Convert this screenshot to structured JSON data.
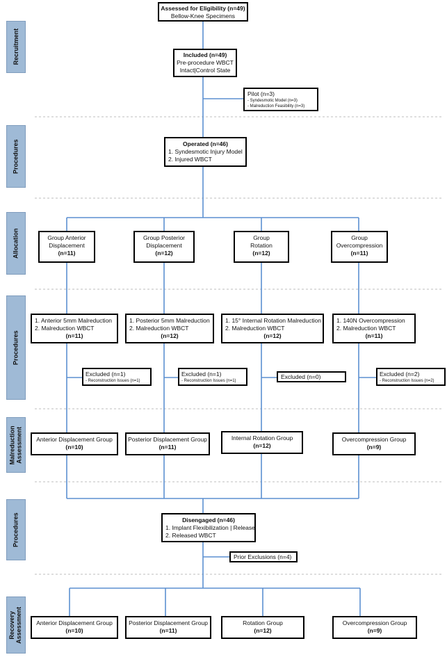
{
  "stages": {
    "recruitment": "Recruitment",
    "procedures_1": "Procedures",
    "allocation": "Allocation",
    "procedures_2": "Procedures",
    "malreduction": [
      "Malreduction",
      "Assessment"
    ],
    "procedures_3": "Procedures",
    "recovery": [
      "Recovery",
      "Assessment"
    ]
  },
  "eligibility": {
    "title": "Assessed for Eligibility (n=49)",
    "sub": "Bellow-Knee Specimens"
  },
  "included": {
    "title": "Included (n=49)",
    "line1": "Pre-procedure WBCT",
    "line2": "Intact|Control State"
  },
  "pilot": {
    "title": "Pilot (n=3)",
    "item1": "- Syndesmotic Model (n=3)",
    "item2": "- Malreduction Feasibility (n=3)"
  },
  "operated": {
    "title": "Operated (n=46)",
    "item1": "1. Syndesmotic Injury Model",
    "item2": "2. Injured WBCT"
  },
  "groups": [
    {
      "l1": "Group Anterior",
      "l2": "Displacement",
      "n": "(n=11)"
    },
    {
      "l1": "Group Posterior",
      "l2": "Displacement",
      "n": "(n=12)"
    },
    {
      "l1": "Group",
      "l2": "Rotation",
      "n": "(n=12)"
    },
    {
      "l1": "Group",
      "l2": "Overcompression",
      "n": "(n=11)"
    }
  ],
  "malreduction": [
    {
      "l1": "1. Anterior 5mm Malreduction",
      "l2": "2. Malreduction WBCT",
      "n": "(n=11)"
    },
    {
      "l1": "1. Posterior 5mm Malreduction",
      "l2": "2. Malreduction WBCT",
      "n": "(n=12)"
    },
    {
      "l1": "1. 15° Internal Rotation Malreduction",
      "l2": "2. Malreduction WBCT",
      "n": "(n=12)"
    },
    {
      "l1": "1. 140N Overcompression",
      "l2": "2. Malreduction WBCT",
      "n": "(n=11)"
    }
  ],
  "excluded": [
    {
      "title": "Excluded (n=1)",
      "reason": "- Reconstruction Issues (n=1)"
    },
    {
      "title": "Excluded (n=1)",
      "reason": "- Reconstruction Issues (n=1)"
    },
    {
      "title": "Excluded (n=0)",
      "reason": ""
    },
    {
      "title": "Excluded (n=2)",
      "reason": "- Reconstruction Issues (n=2)"
    }
  ],
  "assessment": [
    {
      "name": "Anterior Displacement Group",
      "n": "(n=10)"
    },
    {
      "name": "Posterior Displacement Group",
      "n": "(n=11)"
    },
    {
      "name": "Internal Rotation Group",
      "n": "(n=12)"
    },
    {
      "name": "Overcompression Group",
      "n": "(n=9)"
    }
  ],
  "disengaged": {
    "title": "Disengaged (n=46)",
    "item1": "1. Implant Flexibilization | Release",
    "item2": "2. Released WBCT"
  },
  "prior_exclusions": "Prior Exclusions (n=4)",
  "recovery": [
    {
      "name": "Anterior Displacement Group",
      "n": "(n=10)"
    },
    {
      "name": "Posterior Displacement Group",
      "n": "(n=11)"
    },
    {
      "name": "Rotation Group",
      "n": "(n=12)"
    },
    {
      "name": "Overcompression Group",
      "n": "(n=9)"
    }
  ]
}
